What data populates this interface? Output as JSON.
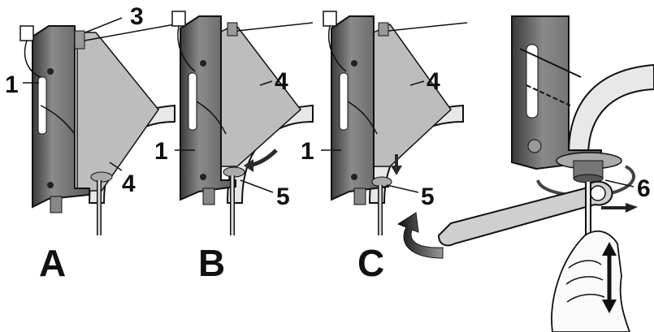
{
  "panels": [
    {
      "letter": "A",
      "callouts": [
        "1",
        "3",
        "4"
      ]
    },
    {
      "letter": "B",
      "callouts": [
        "1",
        "4",
        "5"
      ]
    },
    {
      "letter": "C",
      "callouts": [
        "1",
        "4",
        "5"
      ]
    },
    {
      "letter": "",
      "callouts": [
        "6"
      ]
    }
  ],
  "colors": {
    "bracket": "#7a7a7a",
    "bracket_dark": "#3c3c3c",
    "panel_fill": "#bdbdbd",
    "outline": "#111111",
    "arrow": "#2a2a2a"
  }
}
